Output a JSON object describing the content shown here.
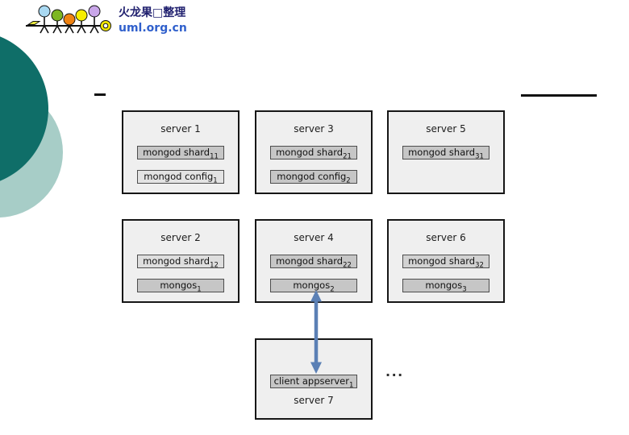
{
  "logo": {
    "title": "火龙果□整理",
    "site": "uml.org.cn",
    "title_color": "#1f1f6e",
    "site_color": "#3060cc",
    "figure_colors": [
      "#a9d9f2",
      "#7db622",
      "#ef8211",
      "#f6ee00",
      "#c9a6e9"
    ],
    "accents": {
      "parallelogram": "#e9e93e",
      "ring": "#f2e500"
    }
  },
  "decor": {
    "dark_circle": "#0f6e68",
    "light_circle": "#a7cdc7"
  },
  "servers": [
    {
      "title": "server 1",
      "boxes": [
        {
          "text": "mongod shard",
          "sub": "11",
          "bg": "#c6c6c6"
        },
        {
          "text": "mongod config",
          "sub": "1",
          "bg": "#e3e3e3"
        }
      ]
    },
    {
      "title": "server 2",
      "boxes": [
        {
          "text": "mongod shard",
          "sub": "12",
          "bg": "#dedede"
        },
        {
          "text": "mongos",
          "sub": "1",
          "bg": "#c6c6c6"
        }
      ]
    },
    {
      "title": "server 3",
      "boxes": [
        {
          "text": "mongod shard",
          "sub": "21",
          "bg": "#c6c6c6"
        },
        {
          "text": "mongod config",
          "sub": "2",
          "bg": "#c6c6c6"
        }
      ]
    },
    {
      "title": "server 4",
      "boxes": [
        {
          "text": "mongod shard",
          "sub": "22",
          "bg": "#c6c6c6"
        },
        {
          "text": "mongos",
          "sub": "2",
          "bg": "#c6c6c6"
        }
      ]
    },
    {
      "title": "server 5",
      "boxes": [
        {
          "text": "mongod shard",
          "sub": "31",
          "bg": "#c6c6c6"
        }
      ]
    },
    {
      "title": "server 6",
      "boxes": [
        {
          "text": "mongod shard",
          "sub": "32",
          "bg": "#d2d2d2"
        },
        {
          "text": "mongos",
          "sub": "3",
          "bg": "#c6c6c6"
        }
      ]
    },
    {
      "title": "server 7",
      "boxes": [
        {
          "text": "client appserver",
          "sub": "1",
          "bg": "#c6c6c6"
        }
      ]
    }
  ],
  "ellipsis": "...",
  "arrow": {
    "color": "#5b80b5"
  }
}
